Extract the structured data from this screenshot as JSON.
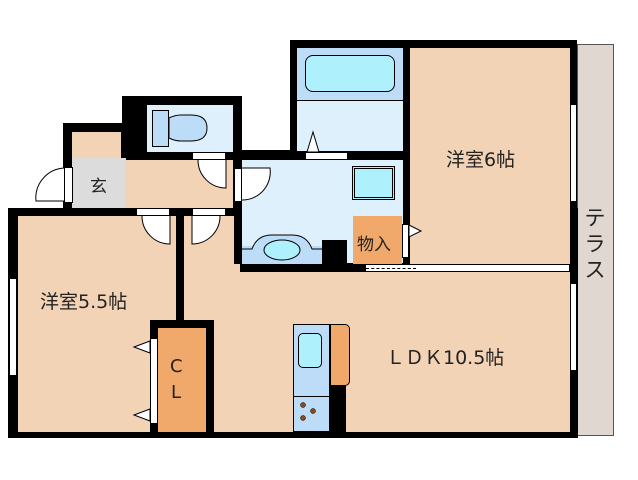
{
  "floorplan": {
    "rooms": {
      "western_room_1": {
        "label": "洋室6帖"
      },
      "western_room_2": {
        "label": "洋室5.5帖"
      },
      "ldk": {
        "label": "ＬＤＫ10.5帖"
      },
      "storage": {
        "label": "物入"
      },
      "closet": {
        "label_line1": "C",
        "label_line2": "L"
      },
      "entrance": {
        "label": "玄"
      },
      "terrace": {
        "label": "テラス"
      }
    },
    "colors": {
      "room": "#f2d3b6",
      "wet_area": "#dff0fd",
      "storage": "#f0a96a",
      "entrance": "#dcdcdc",
      "terrace": "#e0d8d0",
      "fixture": "#aef0fb",
      "fixture_bg": "#bcdcf8",
      "wall": "#000000"
    }
  }
}
